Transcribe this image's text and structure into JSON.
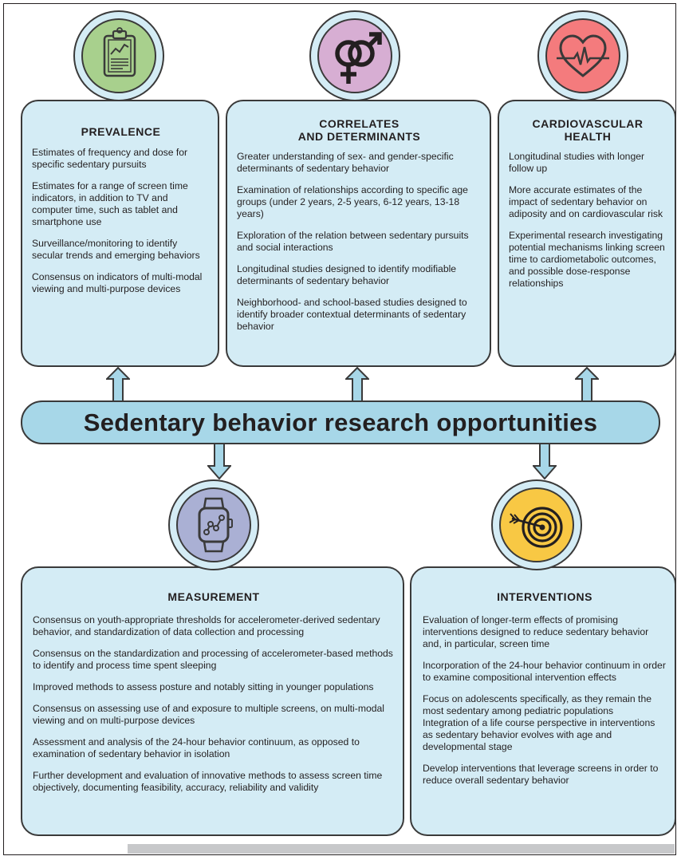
{
  "title": "Sedentary behavior research opportunities",
  "colors": {
    "panel": "#d4ecf5",
    "banner": "#a7d7e8",
    "prevalence_icon": "#a8d08d",
    "correlates_icon": "#d7aed3",
    "cardio_icon": "#f47b7d",
    "measurement_icon": "#aab0d4",
    "interventions_icon": "#f8c844"
  },
  "panels": {
    "prevalence": {
      "icon": "clipboard-chart-icon",
      "title": "PREVALENCE",
      "items": [
        "Estimates of frequency and dose for specific sedentary pursuits",
        "Estimates for a range of screen time indicators, in addition to TV and computer time, such as tablet and smartphone use",
        "Surveillance/monitoring to identify secular trends and emerging behaviors",
        "Consensus on indicators of multi-modal viewing and multi-purpose devices"
      ]
    },
    "correlates": {
      "icon": "gender-symbols-icon",
      "title_line1": "CORRELATES",
      "title_line2": "AND DETERMINANTS",
      "items": [
        "Greater understanding of sex- and gender-specific determinants of sedentary behavior",
        "Examination of relationships according to specific age groups (under 2 years, 2-5 years, 6-12 years, 13-18 years)",
        "Exploration of the relation between sedentary pursuits and social interactions",
        "Longitudinal studies designed to identify modifiable determinants of sedentary behavior",
        "Neighborhood- and school-based studies designed to identify broader contextual determinants of sedentary behavior"
      ]
    },
    "cardio": {
      "icon": "heartbeat-icon",
      "title_line1": "CARDIOVASCULAR",
      "title_line2": "HEALTH",
      "items": [
        "Longitudinal studies with longer follow up",
        "More accurate estimates of the impact of sedentary behavior on adiposity and on cardiovascular risk",
        "Experimental research investigating potential mechanisms linking screen time to cardiometabolic outcomes, and possible dose-response relationships"
      ]
    },
    "measurement": {
      "icon": "smartwatch-icon",
      "title": "MEASUREMENT",
      "items": [
        "Consensus on youth-appropriate thresholds for accelerometer-derived sedentary behavior, and standardization of data collection and processing",
        "Consensus on the standardization and processing of accelerometer-based methods to identify and process time spent sleeping",
        "Improved methods to assess posture and notably sitting in younger populations",
        "Consensus on assessing use of and exposure to multiple screens, on multi-modal viewing and on multi-purpose devices",
        "Assessment and analysis of the 24-hour behavior continuum, as opposed to examination of sedentary behavior in isolation",
        "Further development and evaluation of innovative methods to assess screen time objectively, documenting feasibility, accuracy, reliability and validity"
      ]
    },
    "interventions": {
      "icon": "target-arrow-icon",
      "title": "INTERVENTIONS",
      "items": [
        "Evaluation of longer-term effects of promising interventions designed to reduce sedentary behavior and, in particular, screen time",
        "Incorporation of the 24-hour behavior continuum in order to examine compositional intervention effects",
        "Focus on adolescents specifically, as they remain the most sedentary among pediatric populations",
        "Integration of a life course perspective in interventions as sedentary behavior evolves with age and developmental stage",
        "Develop interventions that leverage screens in order to reduce overall sedentary behavior"
      ]
    }
  }
}
